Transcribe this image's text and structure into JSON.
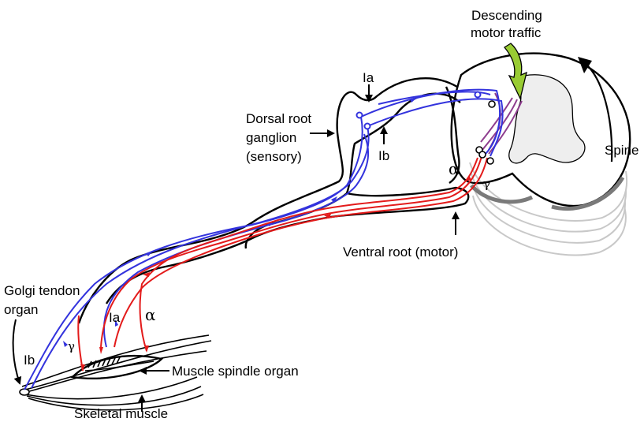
{
  "labels": {
    "descending_1": "Descending",
    "descending_2": "motor traffic",
    "spine": "Spine",
    "ia_top": "Ia",
    "ib_top": "Ib",
    "drg_1": "Dorsal root",
    "drg_2": "ganglion",
    "drg_3": "(sensory)",
    "alpha_cord": "α",
    "gamma_cord": "γ",
    "ventral_root": "Ventral root (motor)",
    "golgi_1": "Golgi tendon",
    "golgi_2": "organ",
    "ib_bottom": "Ib",
    "gamma_bottom": "γ",
    "ia_bottom": "Ia",
    "alpha_bottom": "α",
    "spindle": "Muscle spindle organ",
    "skeletal": "Skeletal muscle"
  },
  "colors": {
    "sensory": "#3333dd",
    "motor": "#e31b1b",
    "descending_arrow": "#99cc33",
    "descending_tract": "#8e3d8e",
    "grey_matter": "#eeeeee",
    "spinal_layers": "#c8c8c8",
    "outline": "#000000"
  }
}
